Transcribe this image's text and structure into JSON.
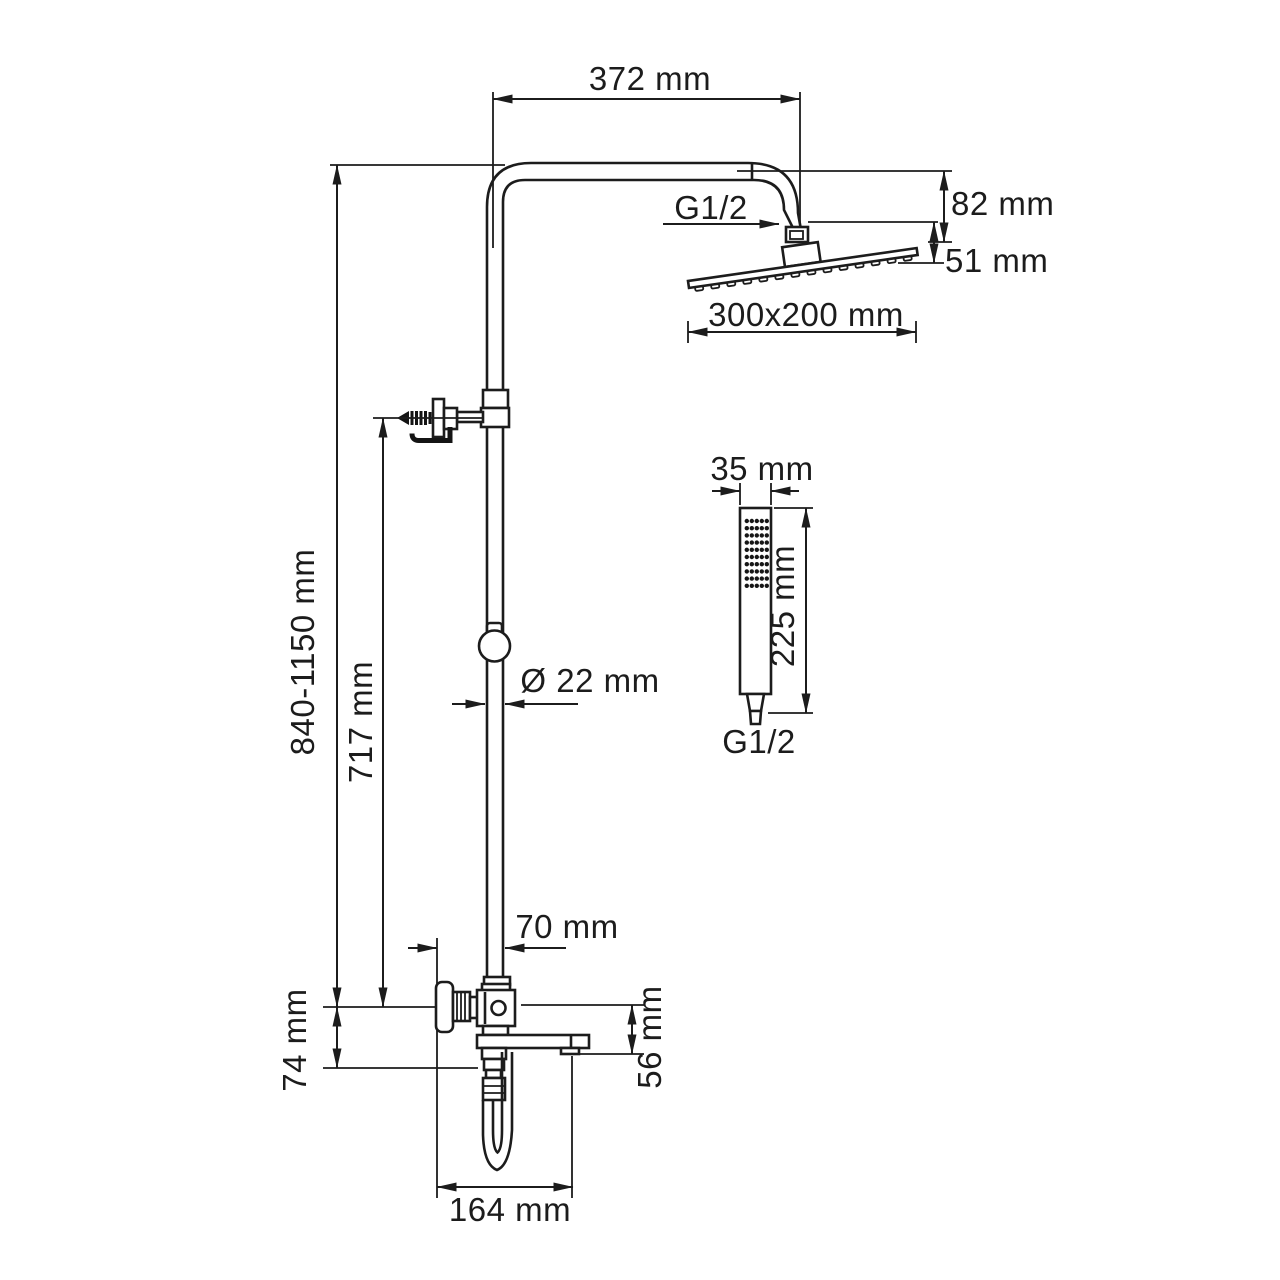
{
  "drawing": {
    "type": "technical-dimension-drawing",
    "subject": "shower-column-system",
    "background_color": "#ffffff",
    "line_color": "#1c1c1c"
  },
  "labels": {
    "arm_reach": "372 mm",
    "overhead_connection": "G1/2",
    "head_height": "82 mm",
    "head_thickness": "51 mm",
    "head_size": "300x200 mm",
    "handshower_width": "35 mm",
    "handshower_length": "225 mm",
    "handshower_connection": "G1/2",
    "column_height_range": "840-1150 mm",
    "upper_column_length": "717 mm",
    "pipe_diameter": "Ø 22 mm",
    "mixer_to_pipe": "70 mm",
    "mixer_body_height": "74 mm",
    "spout_height": "56 mm",
    "spout_reach": "164 mm"
  }
}
